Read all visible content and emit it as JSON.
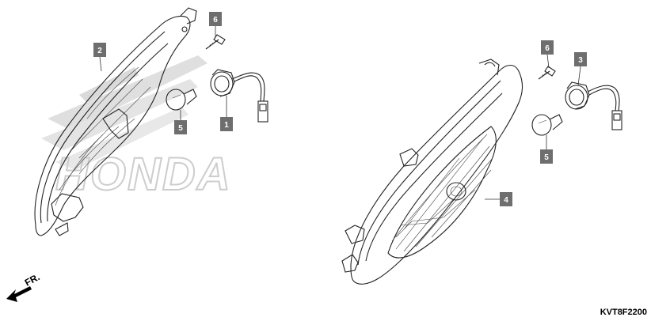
{
  "watermark": {
    "text": "HONDA"
  },
  "direction": {
    "label": "FR."
  },
  "diagram_code": "KVT8F2200",
  "callouts": [
    {
      "id": "1",
      "label": "1"
    },
    {
      "id": "2",
      "label": "2"
    },
    {
      "id": "3",
      "label": "3"
    },
    {
      "id": "4",
      "label": "4"
    },
    {
      "id": "5a",
      "label": "5"
    },
    {
      "id": "5b",
      "label": "5"
    },
    {
      "id": "6a",
      "label": "6"
    },
    {
      "id": "6b",
      "label": "6"
    }
  ]
}
